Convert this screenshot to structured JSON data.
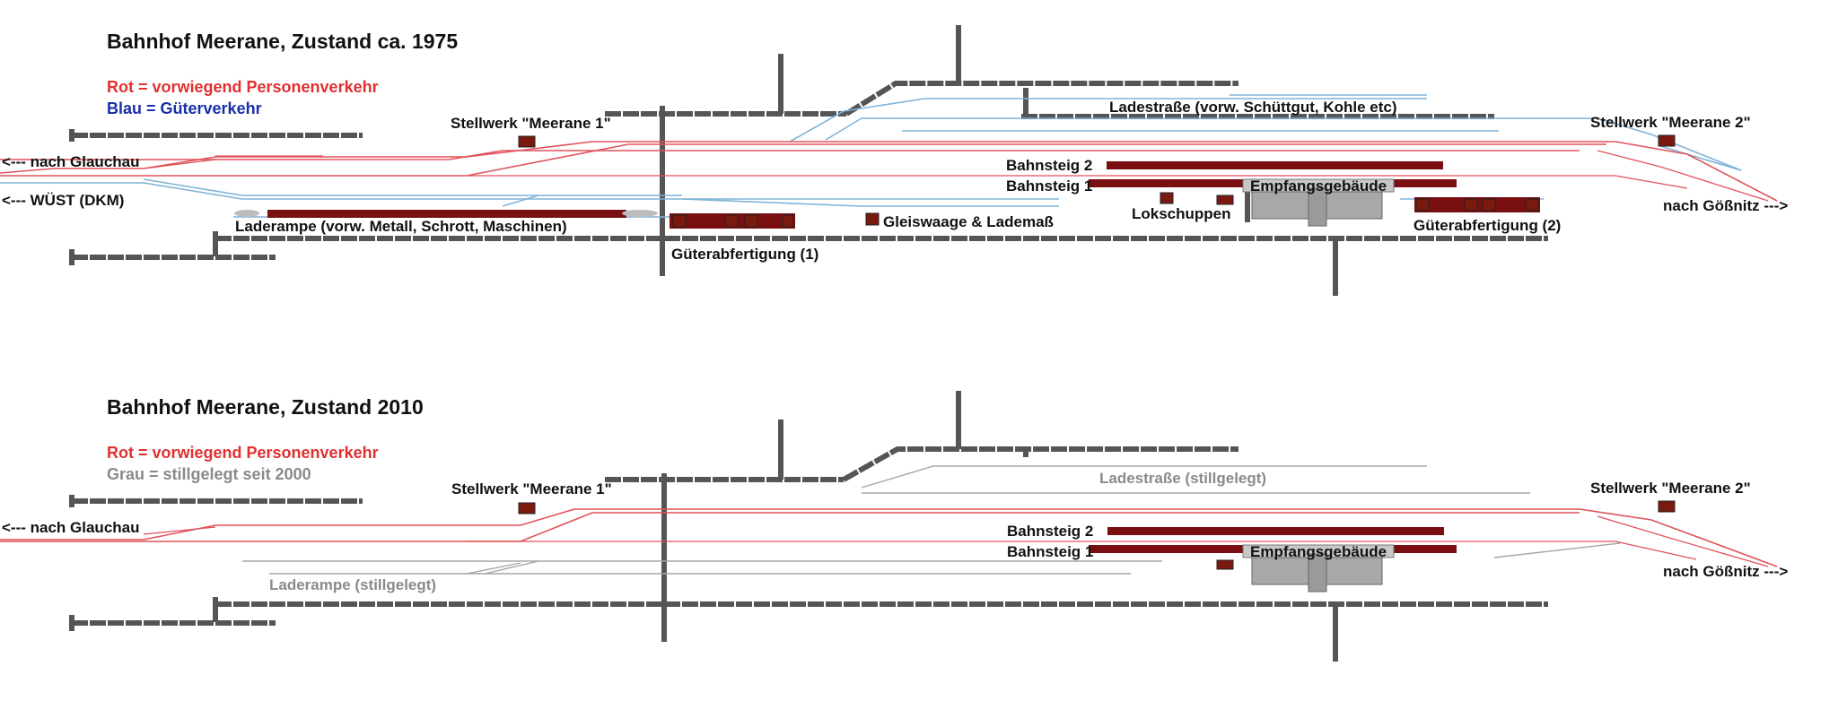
{
  "panel_1975": {
    "title": "Bahnhof Meerane, Zustand ca. 1975",
    "legend_red": "Rot = vorwiegend Personenverkehr",
    "legend_blue": "Blau = Güterverkehr",
    "label_stellwerk_1": "Stellwerk \"Meerane 1\"",
    "label_stellwerk_2": "Stellwerk \"Meerane 2\"",
    "label_glauchau": "<--- nach Glauchau",
    "label_wuest": "<--- WÜST (DKM)",
    "label_laderampe": "Laderampe (vorw. Metall, Schrott, Maschinen)",
    "label_ladestrasse": "Ladestraße (vorw. Schüttgut, Kohle etc)",
    "label_bahnsteig_2": "Bahnsteig 2",
    "label_bahnsteig_1": "Bahnsteig 1",
    "label_empfangsgebaeude": "Empfangsgebäude",
    "label_lokschuppen": "Lokschuppen",
    "label_gleiswaage": "Gleiswaage & Lademaß",
    "label_gueterabfertigung_1": "Güterabfertigung (1)",
    "label_gueterabfertigung_2": "Güterabfertigung (2)",
    "label_goessnitz": "nach Gößnitz --->"
  },
  "panel_2010": {
    "title": "Bahnhof Meerane, Zustand 2010",
    "legend_red": "Rot = vorwiegend Personenverkehr",
    "legend_grey": "Grau = stillgelegt seit 2000",
    "label_stellwerk_1": "Stellwerk \"Meerane 1\"",
    "label_stellwerk_2": "Stellwerk \"Meerane 2\"",
    "label_glauchau": "<--- nach Glauchau",
    "label_ladestrasse": "Ladestraße (stillgelegt)",
    "label_laderampe": "Laderampe (stillgelegt)",
    "label_bahnsteig_2": "Bahnsteig 2",
    "label_bahnsteig_1": "Bahnsteig 1",
    "label_empfangsgebaeude": "Empfangsgebäude",
    "label_goessnitz": "nach Gößnitz --->"
  },
  "colors": {
    "passenger": "#e0525a",
    "freight": "#7fb3d8",
    "decommissioned": "#a6a6a6",
    "road": "#555555",
    "platform": "#7a0f12",
    "building": "#a8a8a8",
    "legend_red": "#e03030",
    "legend_blue": "#1a2fa8",
    "legend_grey": "#8a8a8a"
  }
}
